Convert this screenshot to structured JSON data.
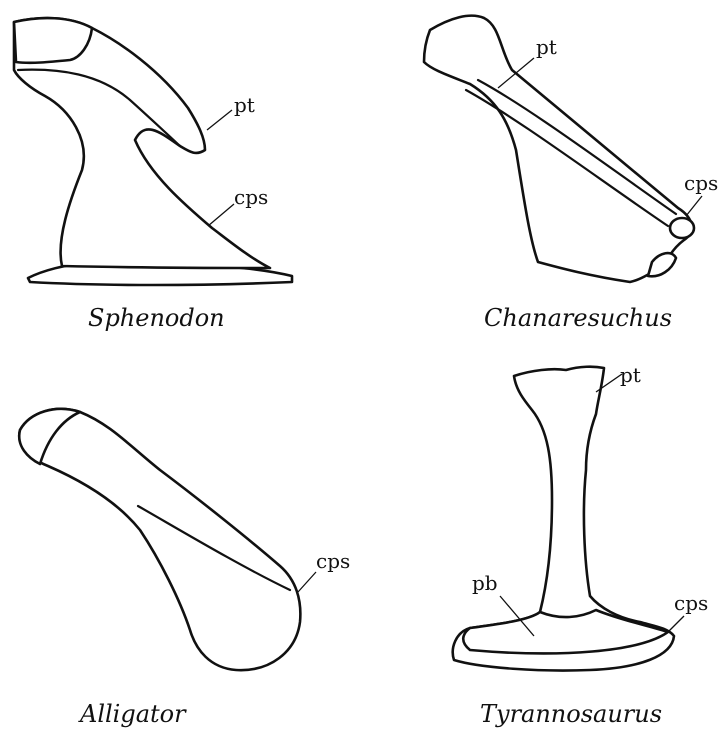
{
  "figure": {
    "panels": [
      {
        "species": "Sphenodon",
        "labels": [
          "pt",
          "cps"
        ]
      },
      {
        "species": "Chanaresuchus",
        "labels": [
          "pt",
          "cps"
        ]
      },
      {
        "species": "Alligator",
        "labels": [
          "cps"
        ]
      },
      {
        "species": "Tyrannosaurus",
        "labels": [
          "pt",
          "pb",
          "cps"
        ]
      }
    ]
  }
}
